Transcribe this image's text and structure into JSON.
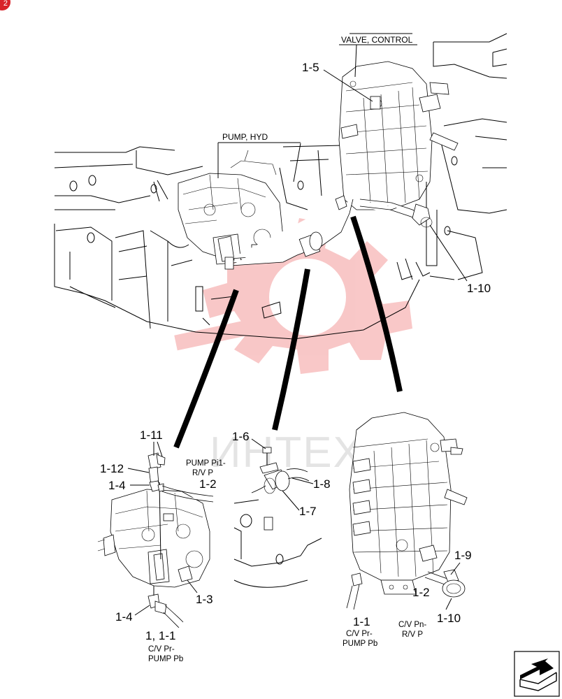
{
  "badge": {
    "text": "2",
    "color": "#d8232a"
  },
  "watermark": {
    "text": "ИНТЕХ",
    "color": "#e83a3a"
  },
  "headers": {
    "valve": "VALVE, CONTROL",
    "pump": "PUMP, HYD"
  },
  "callouts": {
    "c1_5": "1-5",
    "c1_10_top": "1-10",
    "c1_11": "1-11",
    "c1_12": "1-12",
    "c1_4_a": "1-4",
    "c1_2_a": "1-2",
    "c1_3": "1-3",
    "c1_4_b": "1-4",
    "c1_1_a": "1, 1-1",
    "c1_6": "1-6",
    "c1_8": "1-8",
    "c1_7": "1-7",
    "c1_9": "1-9",
    "c1_2_b": "1-2",
    "c1_10_b": "1-10",
    "c1_1_b": "1-1"
  },
  "notes": {
    "pump_pi1_l1": "PUMP Pi1-",
    "pump_pi1_l2": "R/V P",
    "cv_pr_a_l1": "C/V Pr-",
    "cv_pr_a_l2": "PUMP Pb",
    "cv_pn_l1": "C/V Pn-",
    "cv_pn_l2": "R/V P",
    "cv_pr_b_l1": "C/V Pr-",
    "cv_pr_b_l2": "PUMP Pb"
  },
  "icons": {
    "nav": "next-page-arrow-icon"
  }
}
